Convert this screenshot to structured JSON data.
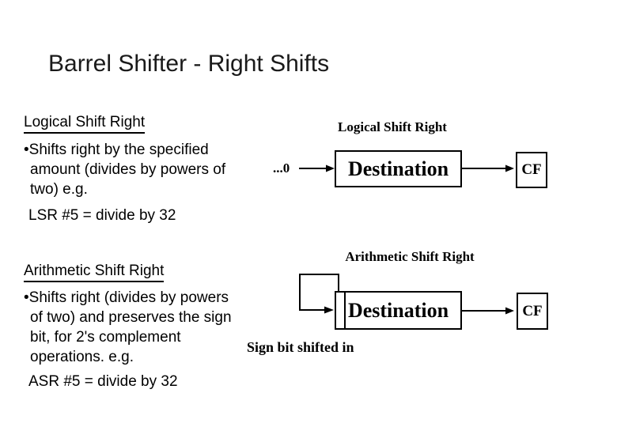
{
  "slide": {
    "title": "Barrel Shifter - Right Shifts"
  },
  "left": {
    "logical": {
      "heading": "Logical Shift Right",
      "bullet_lines": [
        "•Shifts right by the specified",
        "amount (divides by powers of",
        "two) e.g."
      ],
      "example": "LSR #5 = divide by 32"
    },
    "arithmetic": {
      "heading": "Arithmetic Shift Right",
      "bullet_lines": [
        "•Shifts right (divides by powers",
        "of two) and preserves the sign",
        "bit, for 2's complement",
        "operations. e.g."
      ],
      "example": "ASR #5 = divide by 32"
    }
  },
  "diagrams": {
    "logical": {
      "label": "Logical Shift Right",
      "input_bits": "...0",
      "box_label": "Destination",
      "carry_label": "CF"
    },
    "arithmetic": {
      "label": "Arithmetic Shift Right",
      "box_label": "Destination",
      "carry_label": "CF",
      "note": "Sign bit shifted in"
    }
  },
  "colors": {
    "ink": "#000000",
    "background": "#ffffff"
  }
}
